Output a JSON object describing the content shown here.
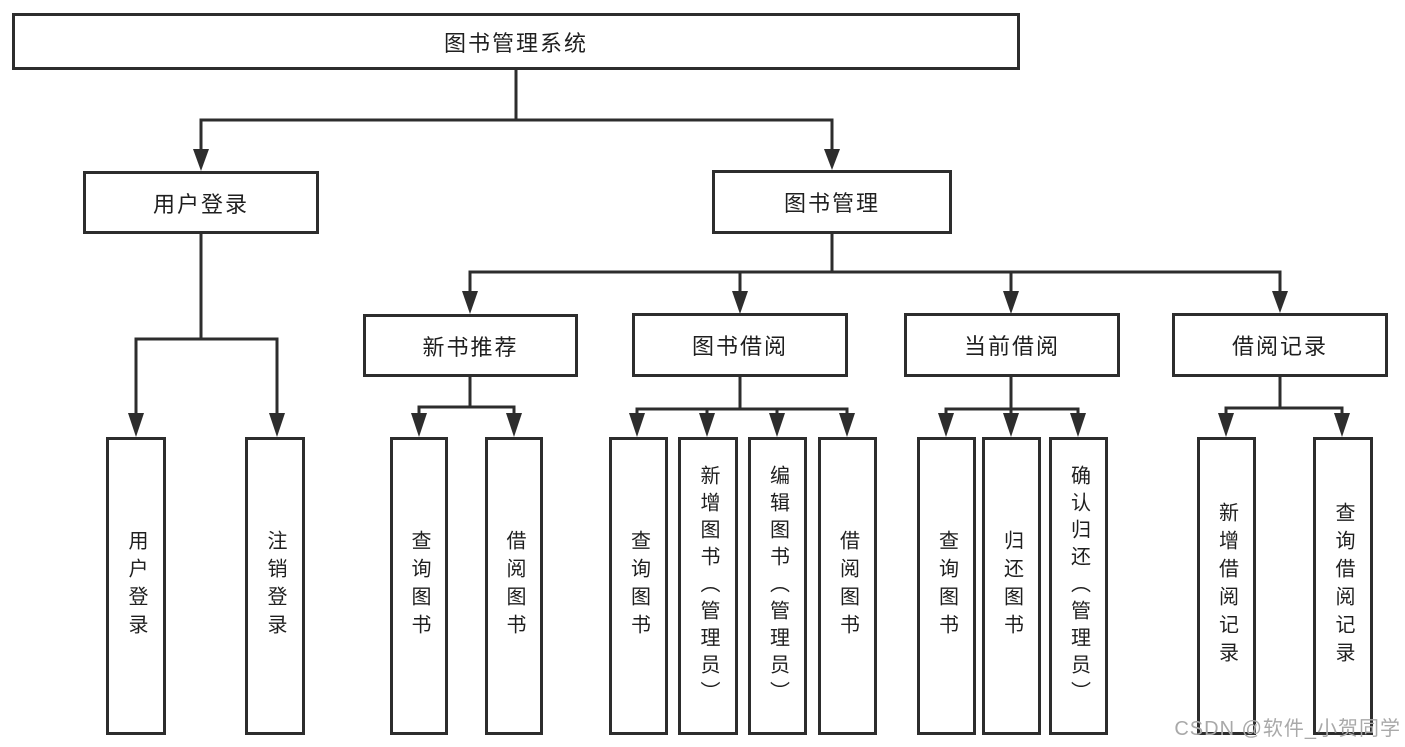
{
  "diagram_title": "图书管理系统",
  "tree": {
    "label": "图书管理系统",
    "children": [
      {
        "label": "用户登录",
        "children": [
          {
            "label": "用户登录"
          },
          {
            "label": "注销登录"
          }
        ]
      },
      {
        "label": "图书管理",
        "children": [
          {
            "label": "新书推荐",
            "children": [
              {
                "label": "查询图书"
              },
              {
                "label": "借阅图书"
              }
            ]
          },
          {
            "label": "图书借阅",
            "children": [
              {
                "label": "查询图书"
              },
              {
                "label": "新增图书（管理员）"
              },
              {
                "label": "编辑图书（管理员）"
              },
              {
                "label": "借阅图书"
              }
            ]
          },
          {
            "label": "当前借阅",
            "children": [
              {
                "label": "查询图书"
              },
              {
                "label": "归还图书"
              },
              {
                "label": "确认归还（管理员）"
              }
            ]
          },
          {
            "label": "借阅记录",
            "children": [
              {
                "label": "新增借阅记录"
              },
              {
                "label": "查询借阅记录"
              }
            ]
          }
        ]
      }
    ]
  },
  "watermark": {
    "text": "CSDN @软件_小贺同学"
  },
  "colors": {
    "line": "#2d2d2d",
    "box_border": "#2d2d2d",
    "box_fill": "#ffffff",
    "text": "#1f1f1f",
    "watermark": "#a9a9a9",
    "background": "#ffffff"
  }
}
